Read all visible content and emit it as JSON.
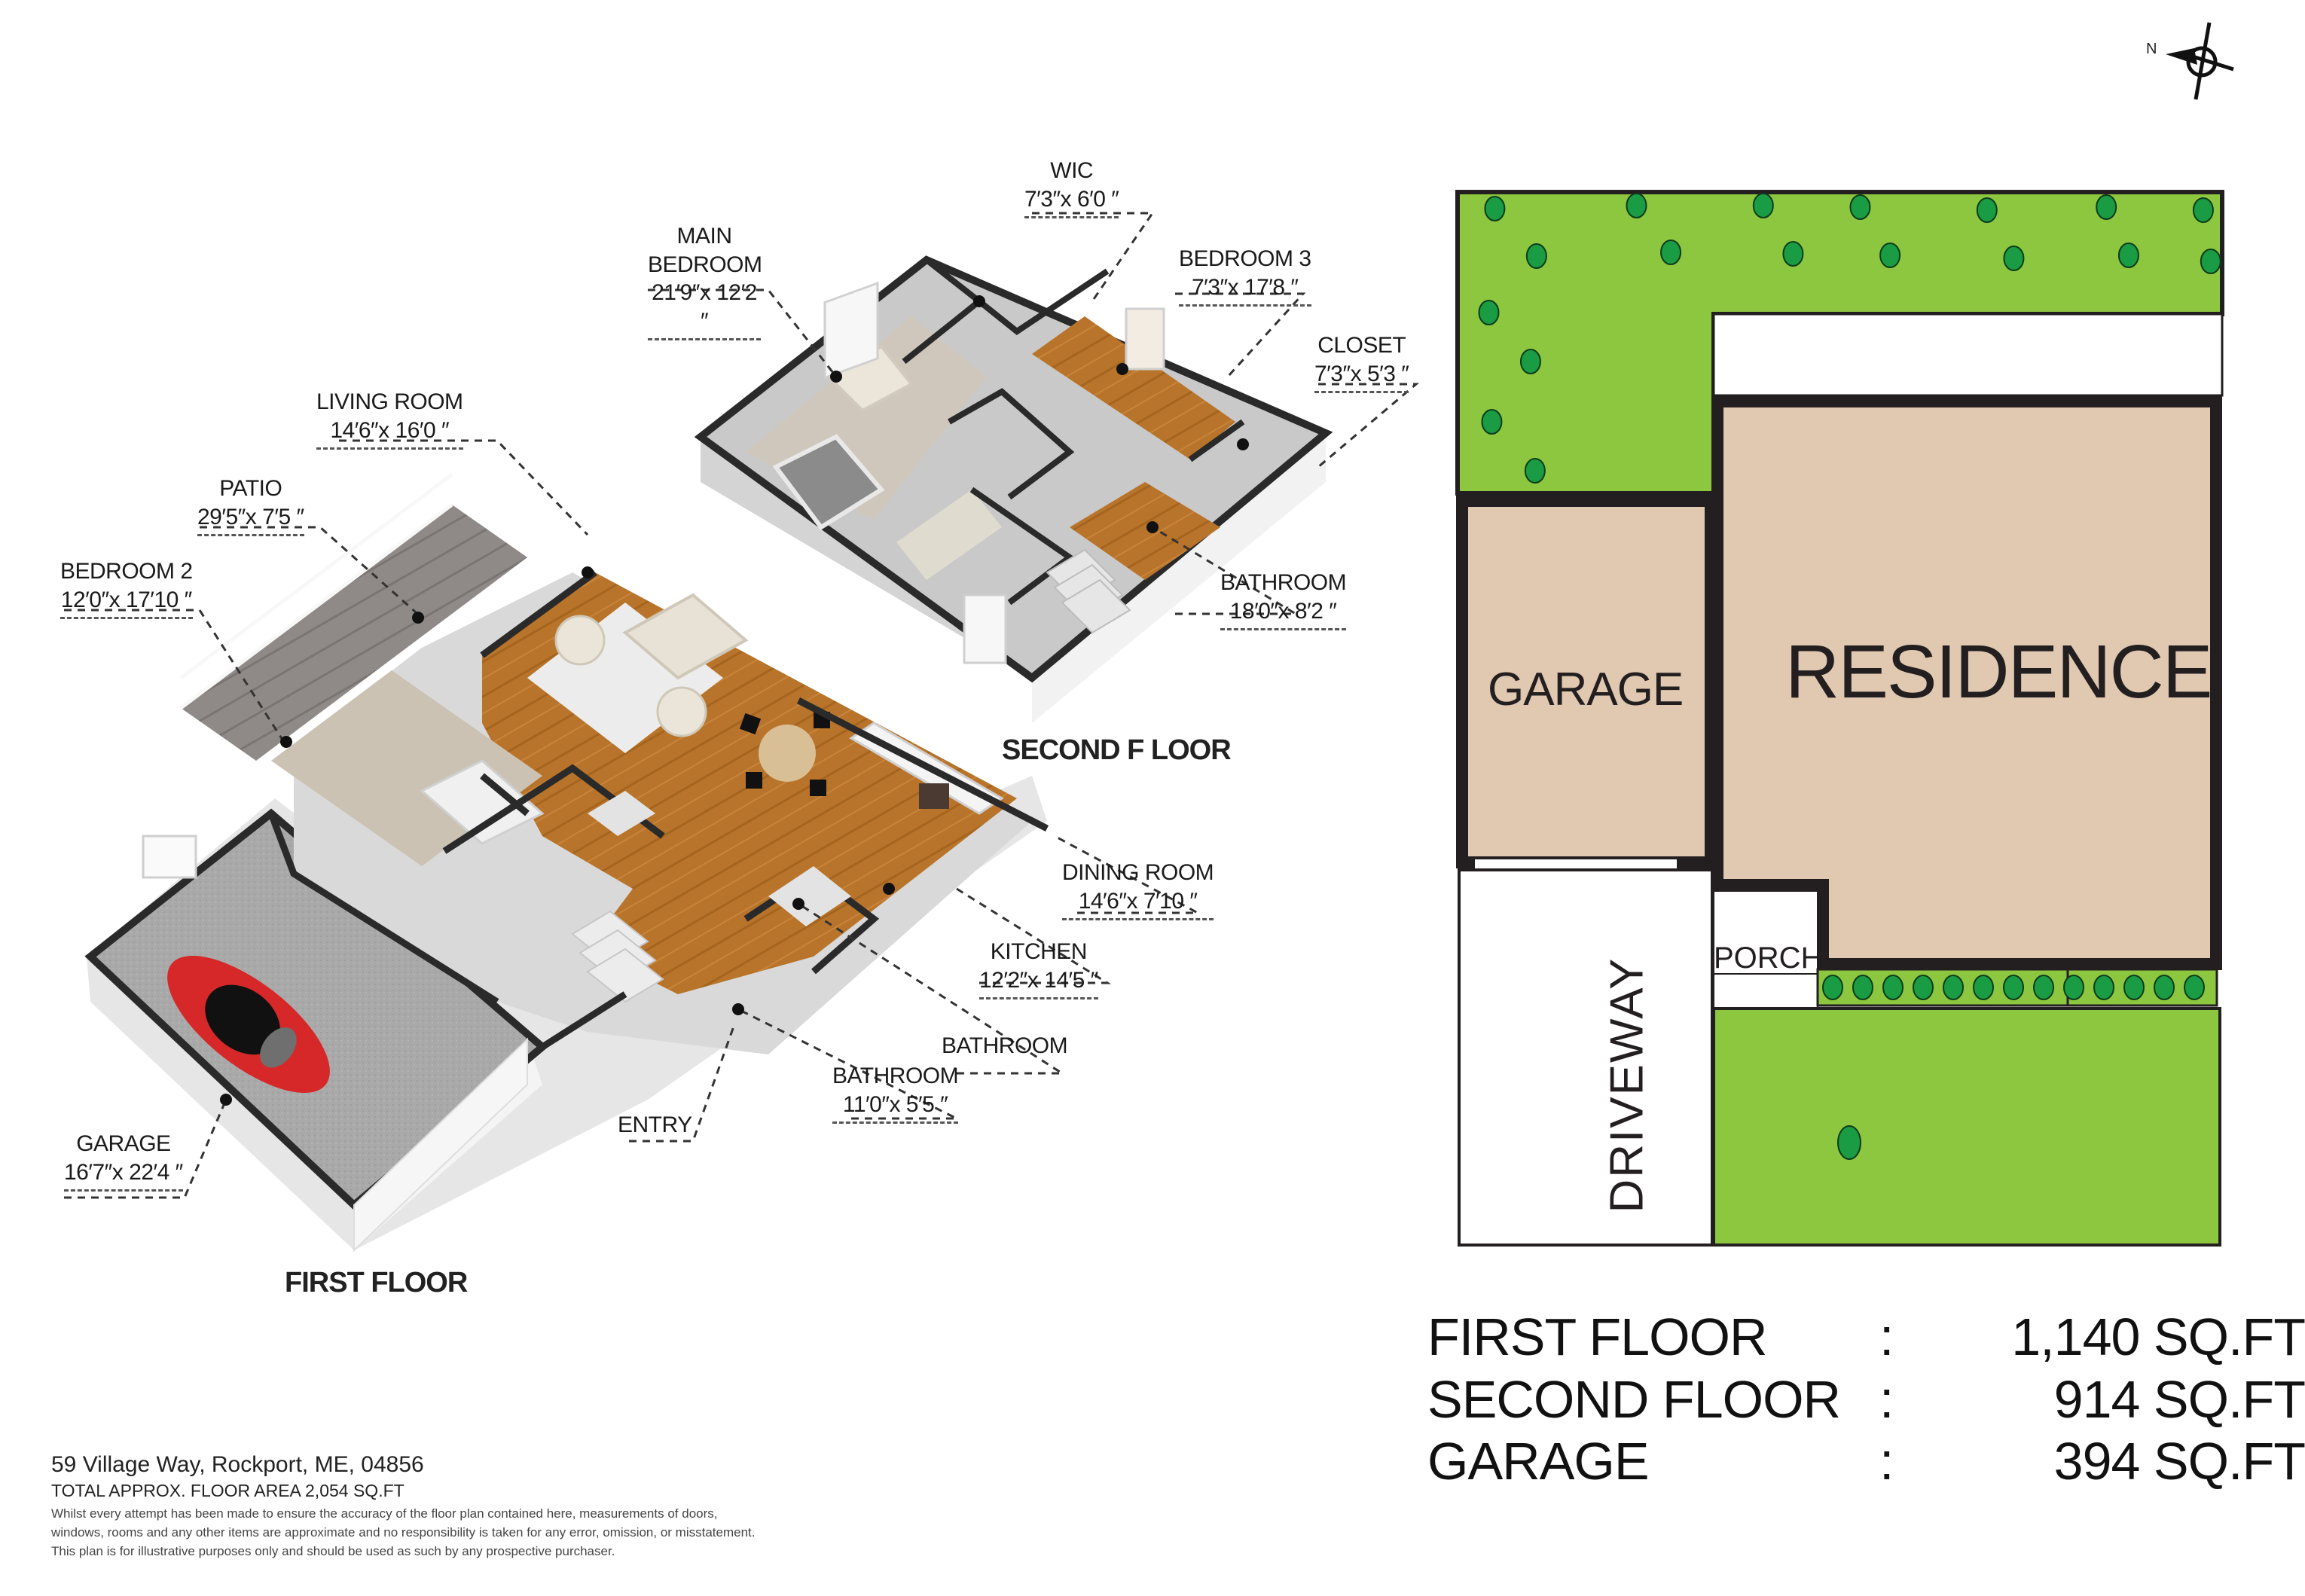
{
  "compass": {
    "label": "N",
    "icon": "north-arrow-icon"
  },
  "floors": {
    "first": {
      "title": "FIRST FLOOR",
      "rooms": [
        {
          "name": "LIVING ROOM",
          "dim": "14′6″x 16′0 ″"
        },
        {
          "name": "PATIO",
          "dim": "29′5″x 7′5 ″"
        },
        {
          "name": "BEDROOM 2",
          "dim": "12′0″x 17′10 ″"
        },
        {
          "name": "DINING ROOM",
          "dim": "14′6″x 7′10 ″"
        },
        {
          "name": "KITCHEN",
          "dim": "12′2″x 14′5 ″"
        },
        {
          "name": "BATHROOM",
          "dim": ""
        },
        {
          "name": "BATHROOM",
          "dim": "11′0″x 5′5 ″"
        },
        {
          "name": "ENTRY",
          "dim": ""
        },
        {
          "name": "GARAGE",
          "dim": "16′7″x 22′4 ″"
        }
      ]
    },
    "second": {
      "title": "SECOND F LOOR",
      "rooms": [
        {
          "name": "WIC",
          "dim": "7′3″x 6′0 ″"
        },
        {
          "name": "MAIN BEDROOM",
          "dim": "21′9″x 12′2 ″"
        },
        {
          "name": "BEDROOM 3",
          "dim": "7′3″x 17′8 ″"
        },
        {
          "name": "CLOSET",
          "dim": "7′3″x 5′3 ″"
        },
        {
          "name": "BATHROOM",
          "dim": "18′0″x 8′2 ″"
        }
      ]
    }
  },
  "site_plan": {
    "labels": {
      "garage": "GARAGE",
      "residence": "RESIDENCE",
      "porch": "PORCH",
      "driveway": "DRIVEWAY"
    },
    "colors": {
      "lawn": "#8dc63f",
      "building": "#e1c8b0",
      "wall": "#231f20",
      "tree": "#1a9c45"
    }
  },
  "areas": [
    {
      "label": "FIRST FLOOR",
      "sep": ":",
      "value": "1,140 SQ.FT"
    },
    {
      "label": "SECOND FLOOR",
      "sep": ":",
      "value": "914 SQ.FT"
    },
    {
      "label": "GARAGE",
      "sep": ":",
      "value": "394 SQ.FT"
    }
  ],
  "footer": {
    "address": "59 Village Way, Rockport, ME, 04856",
    "total_area": "TOTAL APPROX. FLOOR AREA 2,054 SQ.FT",
    "disclaimer": [
      "Whilst every attempt has been made to ensure the accuracy of the floor plan contained here, measurements of doors,",
      "windows, rooms and any other items are approximate and no responsibility is taken for any error, omission, or misstatement.",
      "This plan is for illustrative purposes only and should be used as such by any prospective purchaser."
    ]
  }
}
